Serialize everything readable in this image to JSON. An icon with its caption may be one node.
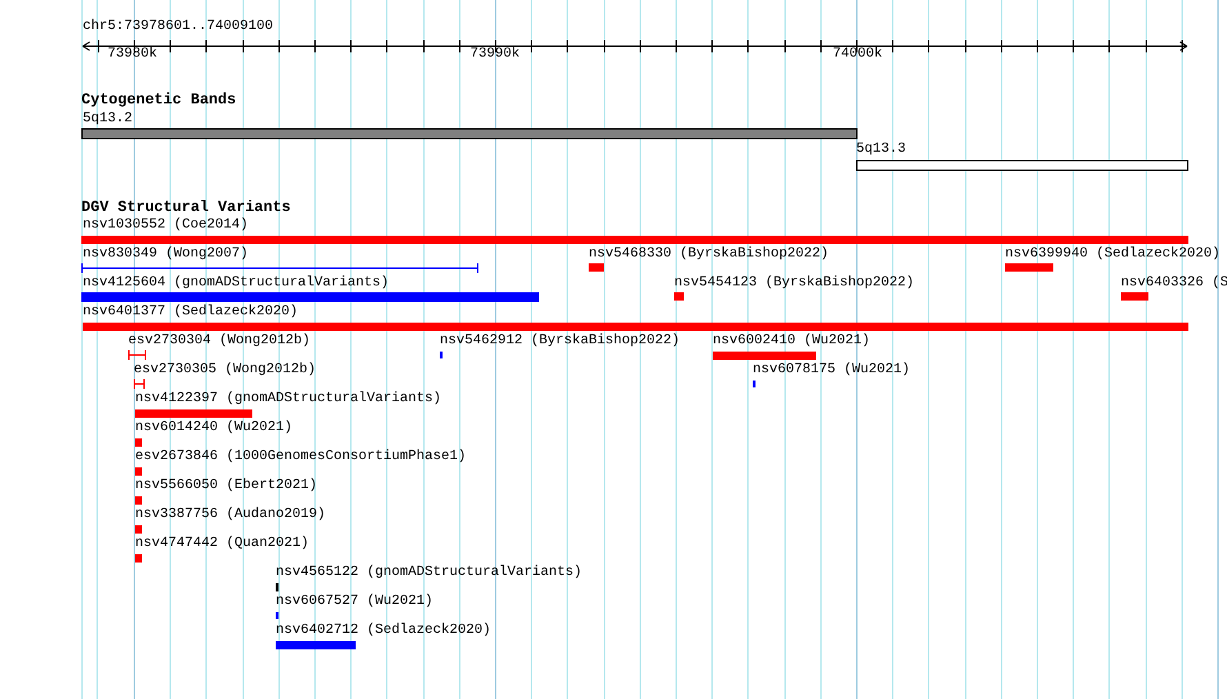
{
  "diagram": {
    "title": "chr5:73978601..74009100",
    "labels": [
      "73980k",
      "73990k",
      "74000k",
      "Cytogenetic Bands",
      "5q13.2",
      "5q13.3",
      "DGV Structural Variants",
      "nsv1030552 (Coe2014)",
      "nsv830349 (Wong2007)",
      "nsv5468330 (ByrskaBishop2022)",
      "nsv6399940 (Sedlazeck2020)",
      "nsv4125604 (gnomADStructuralVariants)",
      "nsv5454123 (ByrskaBishop2022)",
      "nsv6403326 (S",
      "nsv6401377 (Sedlazeck2020)",
      "esv2730304 (Wong2012b)",
      "nsv5462912 (ByrskaBishop2022)",
      "nsv6002410 (Wu2021)",
      "esv2730305 (Wong2012b)",
      "nsv6078175 (Wu2021)",
      "nsv4122397 (gnomADStructuralVariants)",
      "nsv6014240 (Wu2021)",
      "esv2673846 (1000GenomesConsortiumPhase1)",
      "nsv5566050 (Ebert2021)",
      "nsv3387756 (Audano2019)",
      "nsv4747442 (Quan2021)",
      "nsv4565122 (gnomADStructuralVariants)",
      "nsv6067527 (Wu2021)",
      "nsv6402712 (Sedlazeck2020)"
    ]
  }
}
